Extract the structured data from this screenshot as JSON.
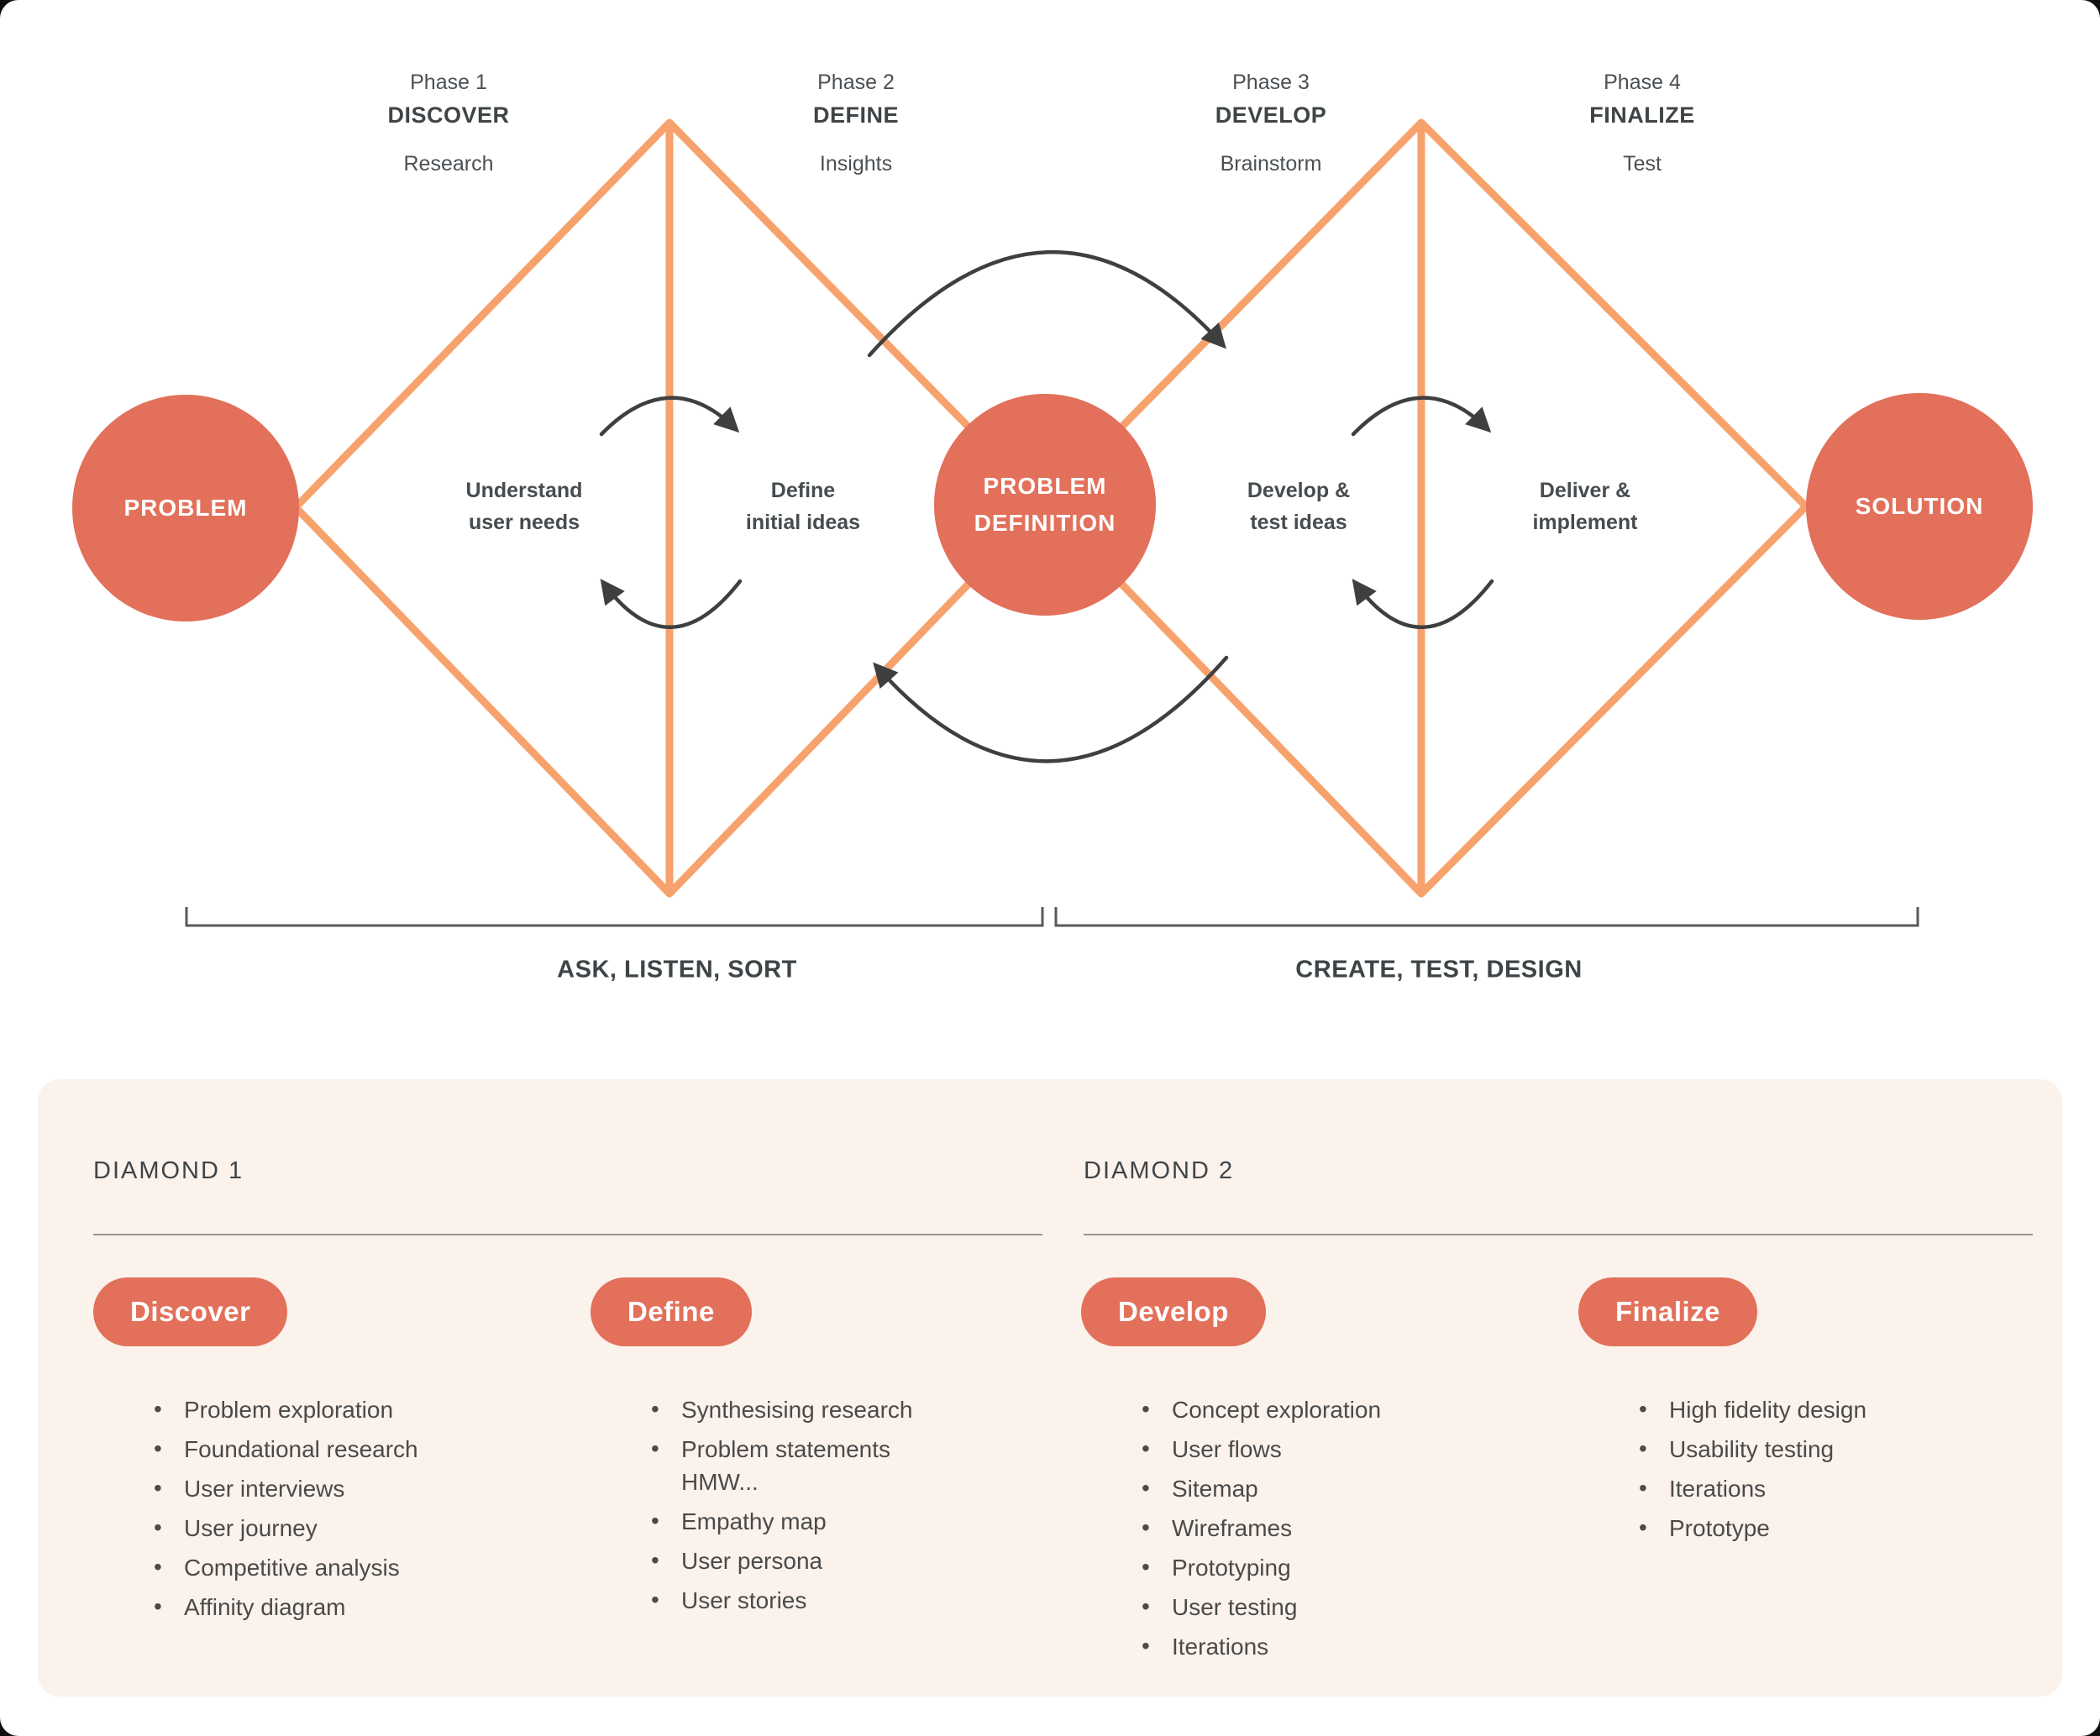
{
  "colors": {
    "coral": "#E2705A",
    "diamond_line": "#F7A26C",
    "arrow_dark": "#3F3F3F",
    "bracket": "#5A5A5A",
    "panel_bg": "#FBF2EC",
    "text_dark": "#3F4447",
    "text_body": "#4A4A4A"
  },
  "diagram": {
    "phases": [
      {
        "phase": "Phase 1",
        "name": "DISCOVER",
        "activity": "Research"
      },
      {
        "phase": "Phase 2",
        "name": "DEFINE",
        "activity": "Insights"
      },
      {
        "phase": "Phase 3",
        "name": "DEVELOP",
        "activity": "Brainstorm"
      },
      {
        "phase": "Phase 4",
        "name": "FINALIZE",
        "activity": "Test"
      }
    ],
    "nodes": [
      "PROBLEM",
      "PROBLEM\nDEFINITION",
      "SOLUTION"
    ],
    "quadrants": [
      "Understand\nuser needs",
      "Define\ninitial ideas",
      "Develop &\ntest ideas",
      "Deliver &\nimplement"
    ],
    "bracket_labels": [
      "ASK, LISTEN, SORT",
      "CREATE, TEST, DESIGN"
    ]
  },
  "legend": {
    "sections": [
      {
        "title": "DIAMOND 1"
      },
      {
        "title": "DIAMOND 2"
      }
    ],
    "cards": [
      {
        "pill": "Discover",
        "items": [
          "Problem exploration",
          "Foundational research",
          "User interviews",
          "User journey",
          "Competitive analysis",
          "Affinity diagram"
        ]
      },
      {
        "pill": "Define",
        "items": [
          "Synthesising research",
          "Problem statements\nHMW...",
          "Empathy map",
          "User persona",
          "User stories"
        ]
      },
      {
        "pill": "Develop",
        "items": [
          "Concept exploration",
          "User flows",
          "Sitemap",
          "Wireframes",
          "Prototyping",
          "User testing",
          "Iterations"
        ]
      },
      {
        "pill": "Finalize",
        "items": [
          "High fidelity design",
          "Usability testing",
          "Iterations",
          "Prototype"
        ]
      }
    ]
  }
}
